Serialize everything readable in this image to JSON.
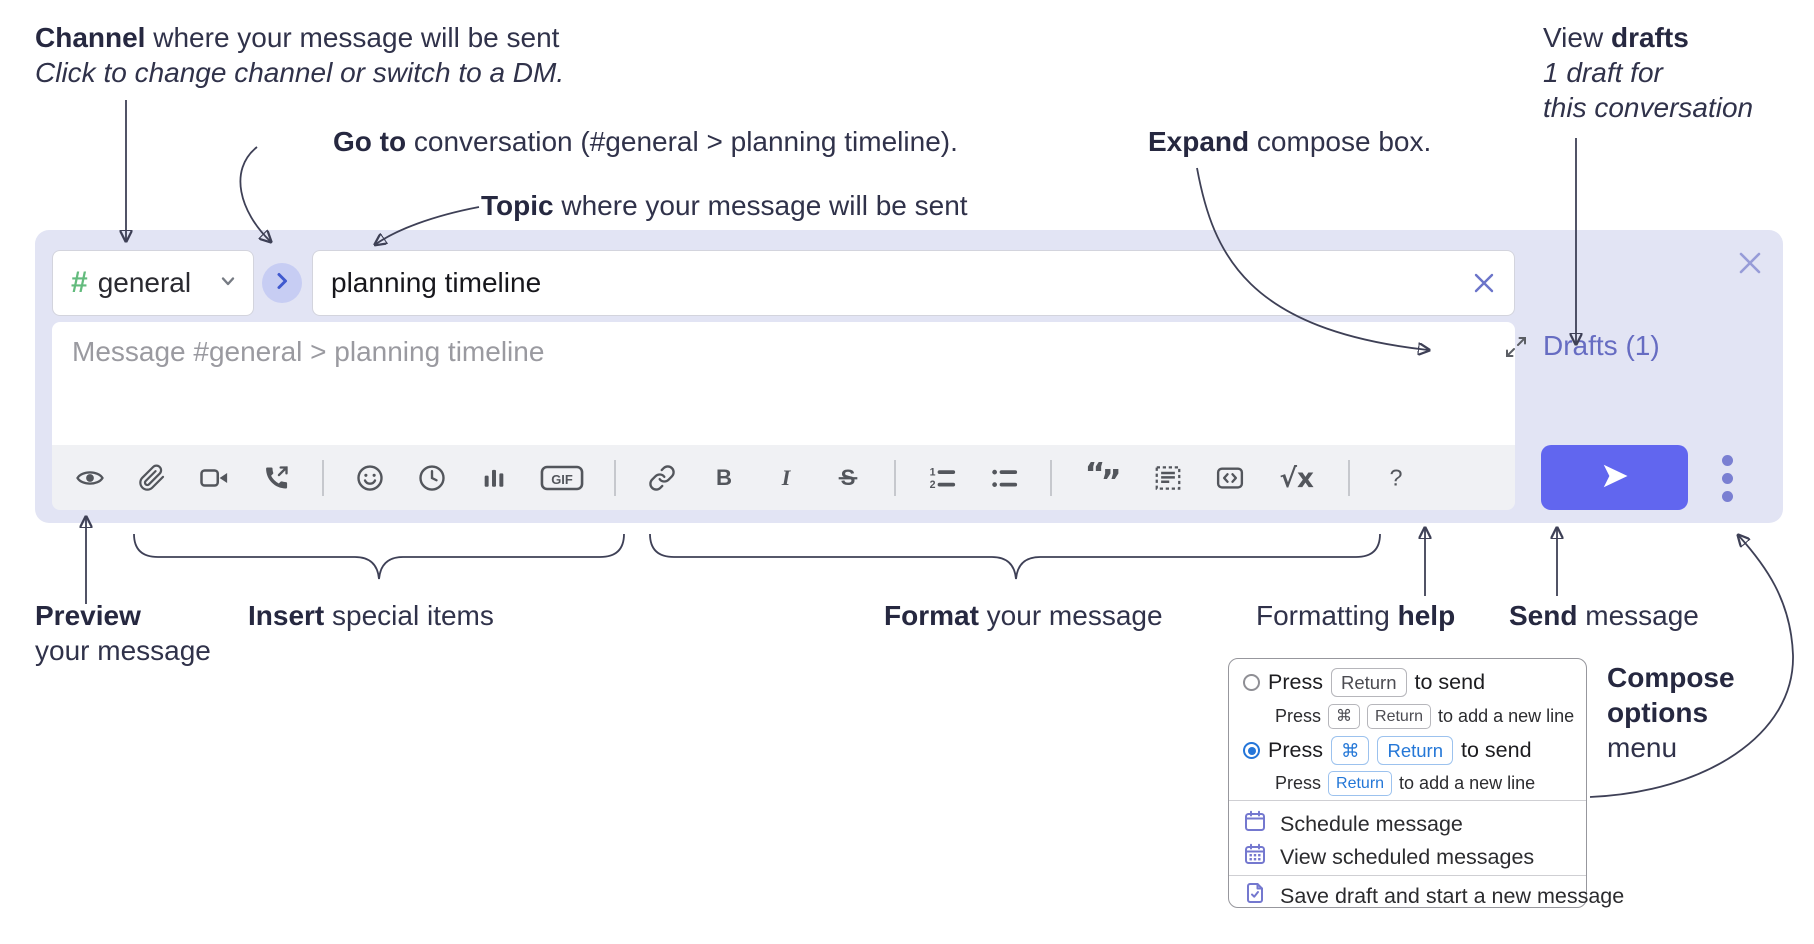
{
  "annotations": {
    "channel": {
      "bold": "Channel",
      "rest": " where your message will be sent",
      "sub_italic": "Click to change channel or switch to a DM."
    },
    "goto": {
      "bold": "Go to",
      "rest": " conversation (#general > planning timeline)."
    },
    "topic": {
      "bold": "Topic",
      "rest": " where your message will be sent"
    },
    "expand": {
      "bold": "Expand",
      "rest": " compose box."
    },
    "drafts": {
      "pre": "View ",
      "bold": "drafts",
      "line2_italic": "1 draft for",
      "line3_italic": "this conversation"
    },
    "preview": {
      "bold": "Preview",
      "line2": "your message"
    },
    "insert": {
      "bold": "Insert",
      "rest": " special items"
    },
    "format": {
      "bold": "Format",
      "rest": " your message"
    },
    "help": {
      "pre": "Formatting ",
      "bold": "help"
    },
    "send": {
      "bold": "Send",
      "rest": " message"
    },
    "compose_menu": {
      "line1_bold": "Compose",
      "line2_bold": "options",
      "line3": "menu"
    }
  },
  "compose": {
    "channel_selector": {
      "hash": "#",
      "label": "general"
    },
    "topic_input": {
      "value": "planning timeline"
    },
    "message_input": {
      "placeholder": "Message #general > planning timeline"
    },
    "drafts_link": "Drafts (1)",
    "toolbar": {
      "gif_label": "GIF",
      "bold_label": "B",
      "italic_label": "I",
      "strike_label": "S",
      "math_label": "√x",
      "help_label": "?",
      "ol_num1": "1",
      "ol_num2": "2",
      "quote_open": "“",
      "quote_close": "”"
    }
  },
  "popup": {
    "option1": {
      "press": "Press",
      "key": "Return",
      "suffix": "to send",
      "sub_press": "Press",
      "sub_key1": "⌘",
      "sub_key2": "Return",
      "sub_suffix": "to add a new line"
    },
    "option2": {
      "press": "Press",
      "key1": "⌘",
      "key2": "Return",
      "suffix": "to send",
      "sub_press": "Press",
      "sub_key": "Return",
      "sub_suffix": "to add a new line"
    },
    "items": [
      {
        "label": "Schedule message"
      },
      {
        "label": "View scheduled messages"
      },
      {
        "label": "Save draft and start a new message"
      }
    ]
  },
  "colors": {
    "compose_background": "#e2e4f4",
    "send_button": "#6166ef",
    "drafts_link": "#666cc2",
    "hash_green": "#63bb7d",
    "go_button_circle": "#c7cdf3",
    "go_button_chevron": "#4059cf",
    "radio_selected_blue": "#2576d9",
    "menu_icon_purple": "#7478cf",
    "annotation_navy": "#30324a",
    "toolbar_icon_gray": "#53565c"
  }
}
